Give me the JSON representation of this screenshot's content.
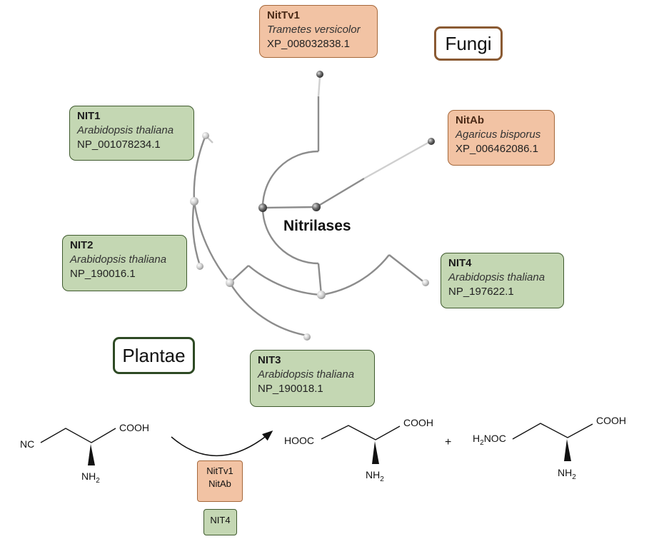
{
  "center_label": "Nitrilases",
  "groups": {
    "fungi": "Fungi",
    "plantae": "Plantae"
  },
  "nodes": {
    "nittv1": {
      "name": "NitTv1",
      "species": "Trametes versicolor",
      "accession": "XP_008032838.1",
      "kingdom": "fungi"
    },
    "nitab": {
      "name": "NitAb",
      "species": "Agaricus bisporus",
      "accession": "XP_006462086.1",
      "kingdom": "fungi"
    },
    "nit1": {
      "name": "NIT1",
      "species": "Arabidopsis thaliana",
      "accession": "NP_001078234.1",
      "kingdom": "plantae"
    },
    "nit2": {
      "name": "NIT2",
      "species": "Arabidopsis thaliana",
      "accession": "NP_190016.1",
      "kingdom": "plantae"
    },
    "nit3": {
      "name": "NIT3",
      "species": "Arabidopsis thaliana",
      "accession": "NP_190018.1",
      "kingdom": "plantae"
    },
    "nit4": {
      "name": "NIT4",
      "species": "Arabidopsis thaliana",
      "accession": "NP_197622.1",
      "kingdom": "plantae"
    }
  },
  "reaction": {
    "substrate": {
      "left_group": "NC",
      "acid": "COOH",
      "amine": "NH",
      "amine_sub": "2"
    },
    "product_1": {
      "left_group": "HOOC",
      "acid": "COOH",
      "amine": "NH",
      "amine_sub": "2"
    },
    "plus": "+",
    "product_2": {
      "left_group": "H",
      "left_sub": "2",
      "left_rest": "NOC",
      "acid": "COOH",
      "amine": "NH",
      "amine_sub": "2"
    },
    "enzymes_fungi": [
      "NitTv1",
      "NitAb"
    ],
    "enzyme_plant": "NIT4"
  },
  "colors": {
    "fungi_fill": "#f2c3a4",
    "fungi_border": "#a5683b",
    "plant_fill": "#c4d7b3",
    "plant_border": "#3f5a2e"
  }
}
